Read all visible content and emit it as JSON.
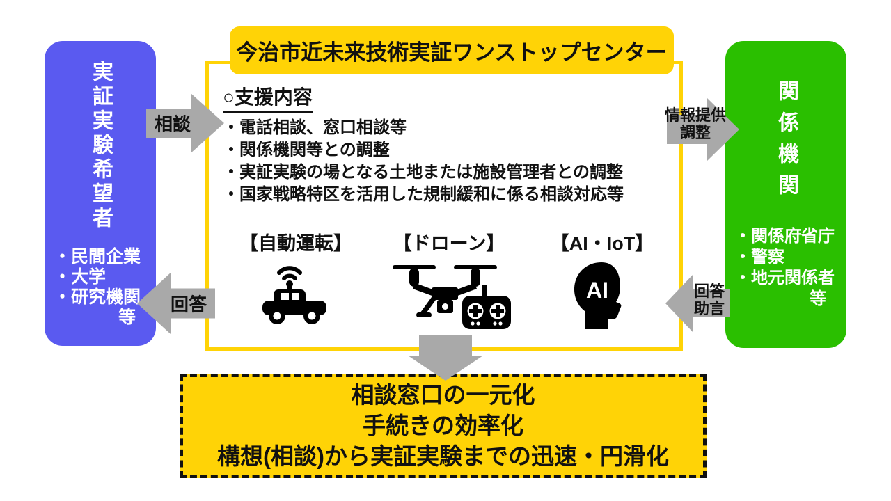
{
  "title": "今治市近未来技術実証ワンストップセンター",
  "left_box": {
    "title": "実証実験希望者",
    "items": [
      "・民間企業",
      "・大学",
      "・研究機関"
    ],
    "suffix": "等"
  },
  "center_box": {
    "heading": "○支援内容",
    "bullets": [
      "・電話相談、窓口相談等",
      "・関係機関等との調整",
      "・実証実験の場となる土地または施設管理者との調整",
      "・国家戦略特区を活用した規制緩和に係る相談対応等"
    ],
    "categories": [
      {
        "label": "【自動運転】",
        "icon": "autonomous-car-icon"
      },
      {
        "label": "【ドローン】",
        "icon": "drone-icon"
      },
      {
        "label": "【AI・IoT】",
        "icon": "ai-head-icon"
      }
    ],
    "ai_icon_text": "AI"
  },
  "right_box": {
    "title": "関係機関",
    "items": [
      "・関係府省庁",
      "・警察",
      "・地元関係者"
    ],
    "suffix": "等"
  },
  "arrows": {
    "consult": {
      "label": "相談",
      "direction": "right"
    },
    "reply_to_applicant": {
      "label": "回答",
      "direction": "left"
    },
    "info_provision": {
      "lines": [
        "情報提供",
        "調整"
      ],
      "direction": "right"
    },
    "reply_advice": {
      "lines": [
        "回答",
        "助言"
      ],
      "direction": "left"
    },
    "outcome": {
      "direction": "down"
    }
  },
  "bottom_box": {
    "lines": [
      "相談窓口の一元化",
      "手続きの効率化",
      "構想(相談)から実証実験までの迅速・円滑化"
    ]
  },
  "colors": {
    "applicants_blue": "#5a5af0",
    "organizations_green": "#2abf00",
    "accent_yellow": "#ffd306",
    "arrow_gray": "#a9a9a9",
    "text_black": "#111111"
  }
}
